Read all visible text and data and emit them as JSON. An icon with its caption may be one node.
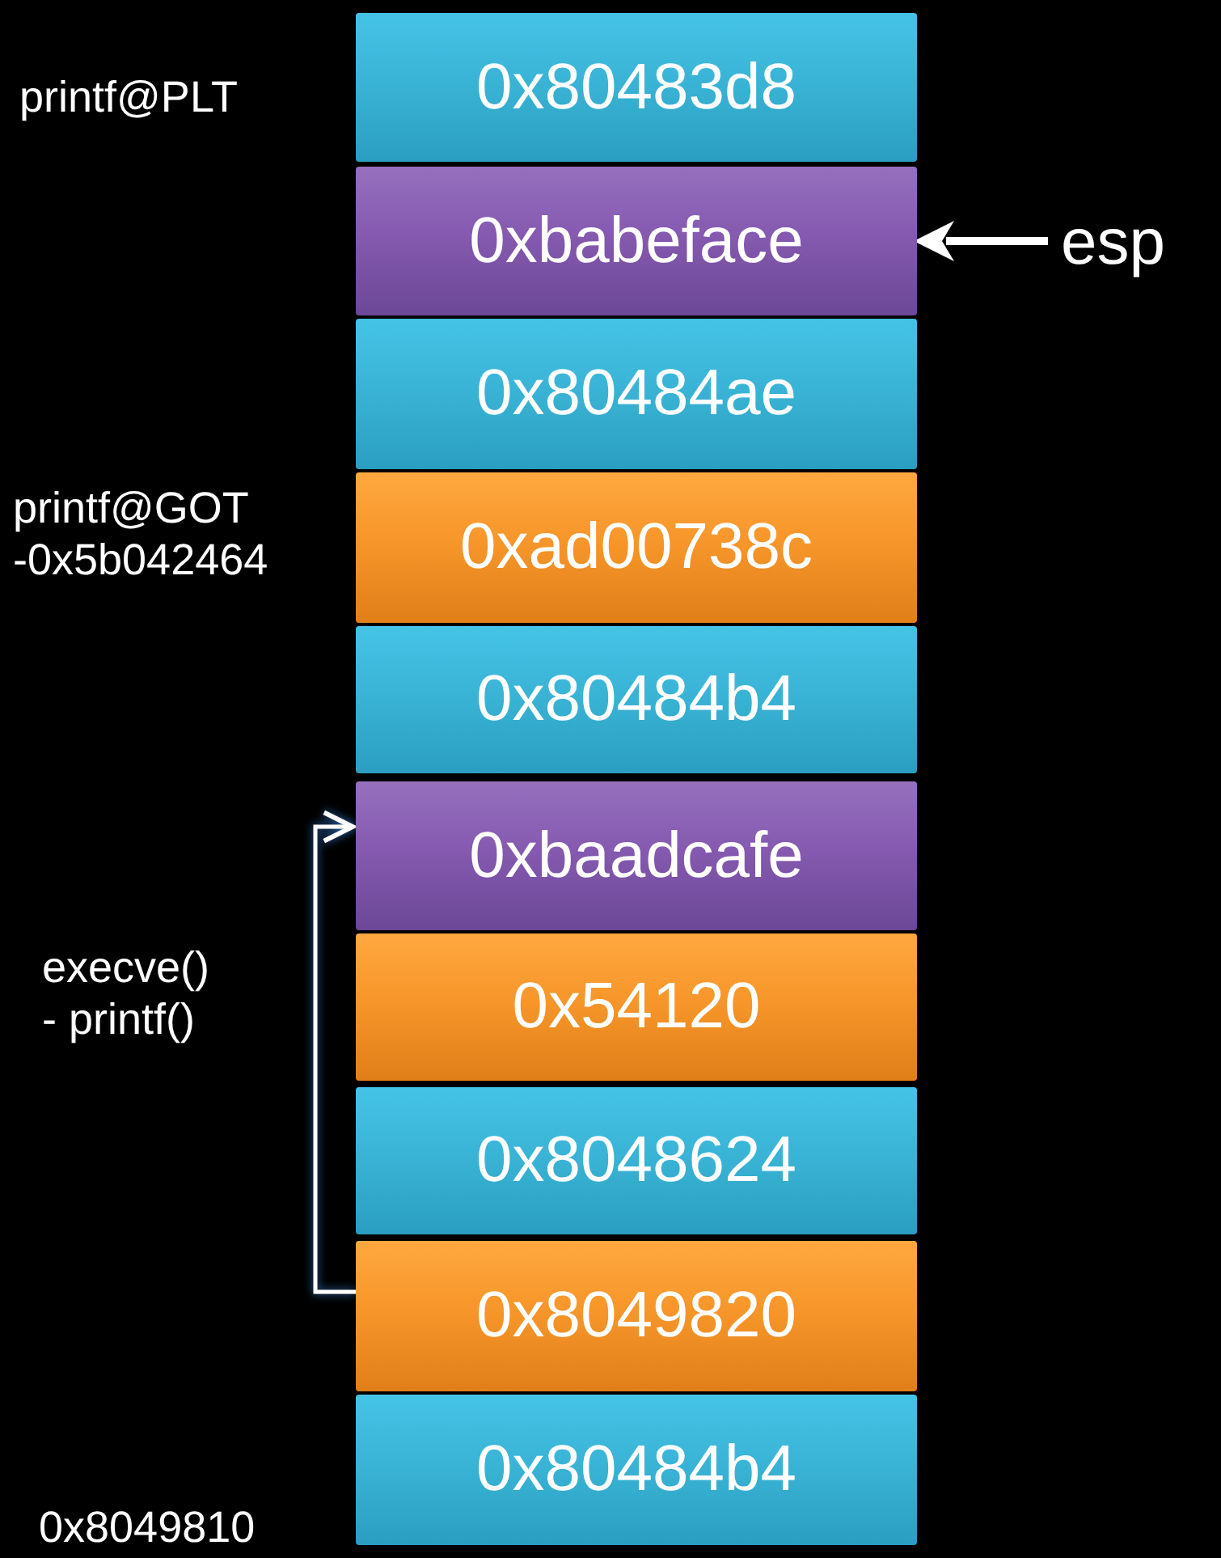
{
  "diagram": {
    "nodes": [
      {
        "text": [
          "0x80483d8"
        ]
      },
      {
        "text": [
          "0xbabeface"
        ]
      },
      {
        "text": [
          "0x80484ae"
        ]
      },
      {
        "text": [
          "0xad00738c"
        ]
      },
      {
        "text": [
          "0x80484b4"
        ]
      },
      {
        "text": [
          "0xbaadcafe"
        ]
      },
      {
        "text": [
          "0x54120"
        ]
      },
      {
        "text": [
          "0x8048624"
        ]
      },
      {
        "text": [
          "0x8049820"
        ]
      },
      {
        "text": [
          "0x80484b4"
        ]
      },
      {
        "text": [
          "esp"
        ]
      }
    ],
    "edges": [
      {
        "from": 10,
        "to": 1,
        "arrow": "to",
        "style": "thick"
      },
      {
        "from": 8,
        "to": 5,
        "arrow": "to"
      }
    ],
    "labels": [
      "printf@PLT",
      "printf@GOT -0x5b042464",
      "execve() - printf()",
      "0x8049810"
    ]
  }
}
